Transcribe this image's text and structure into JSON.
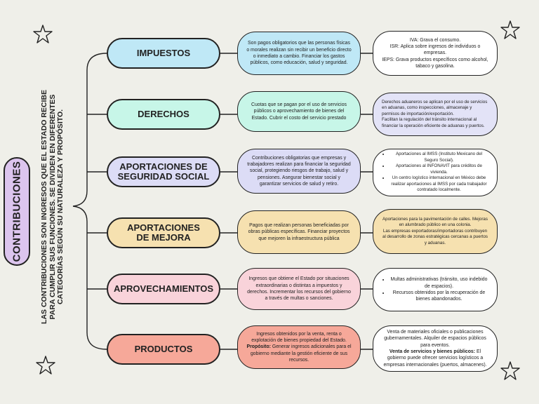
{
  "title": "CONTRIBUCIONES",
  "definition": "LAS CONTRIBUCIONES SON INGRESOS QUE EL ESTADO RECIBE PARA CUMPLIR SUS FUNCIONES. SE DIVIDEN EN DIFERENTES CATEGORÍAS SEGÚN SU NATURALEZA Y PROPÓSITO.",
  "colors": {
    "background": "#efefe9",
    "title_pill": "#dcc5ee",
    "impuestos": "#bfe8f6",
    "derechos": "#c7f6e8",
    "seguridad": "#dcdcf6",
    "mejora": "#f6e1b0",
    "aprovechamientos": "#f9d3da",
    "productos": "#f6a899"
  },
  "categories": [
    {
      "label": "IMPUESTOS",
      "description": "Son pagos obligatorios que las personas físicas o morales realizan sin recibir un beneficio directo o inmediato a cambio. Financiar los gastos públicos, como educación, salud y seguridad.",
      "examples": [
        "IVA: Grava el consumo.",
        "ISR: Aplica sobre ingresos de individuos o empresas.",
        "IEPS: Grava productos específicos como alcohol, tabaco y gasolina."
      ]
    },
    {
      "label": "DERECHOS",
      "description": "Cuotas que se pagan por el uso de servicios públicos o aprovechamiento de bienes del Estado. Cubrir el costo del servicio prestado",
      "examples": [
        "Derechos aduaneros se aplican por el uso de servicios en aduanas, como inspecciones, almacenaje y permisos de importación/exportación.",
        "Facilitan la regulación del tránsito internacional al financiar la operación eficiente de aduanas y puertos."
      ]
    },
    {
      "label": "APORTACIONES DE SEGURIDAD SOCIAL",
      "description": "Contribuciones obligatorias que empresas y trabajadores realizan para financiar la seguridad social, protegiendo riesgos de trabajo, salud y pensiones. Asegurar bienestar social y garantizar servicios de salud y retiro.",
      "examples": [
        "Aportaciones al IMSS (Instituto Mexicano del Seguro Social).",
        "Aportaciones al INFONAVIT para créditos de vivienda.",
        "Un centro logístico internacional en México debe realizar aportaciones al IMSS por cada trabajador contratado localmente."
      ]
    },
    {
      "label_line1": "APORTACIONES",
      "label_line2": "DE MEJORA",
      "description": "Pagos que realizan personas beneficiadas por obras públicas específicas. Financiar proyectos que mejoren la infraestructura pública",
      "examples": [
        "Aportaciones para la pavimentación de calles. Mejoras en alumbrado público en una colonia.",
        "Las empresas exportadoras/importadoras contribuyen al desarrollo de zonas estratégicas cercanas a puertos y aduanas."
      ]
    },
    {
      "label": "APROVECHAMIENTOS",
      "description": "Ingresos que obtiene el Estado por situaciones extraordinarias o distintas a impuestos y derechos. Incrementar los recursos del gobierno a través de multas o sanciones.",
      "examples": [
        "Multas administrativas (tránsito, uso indebido de espacios).",
        "Recursos obtenidos por la recuperación de bienes abandonados."
      ]
    },
    {
      "label": "PRODUCTOS",
      "description_main": "Ingresos obtenidos por la venta, renta o explotación de bienes propiedad del Estado.",
      "description_bold": "Propósito:",
      "description_rest": " Generar ingresos adicionales para el gobierno mediante la gestión eficiente de sus recursos.",
      "examples_main": "Venta de materiales oficiales o publicaciones gubernamentales. Alquiler de espacios públicos para eventos.",
      "examples_bold": "Venta de servicios y bienes públicos:",
      "examples_rest": " El gobierno puede ofrecer servicios logísticos a empresas internacionales (puertos, almacenes)."
    }
  ]
}
